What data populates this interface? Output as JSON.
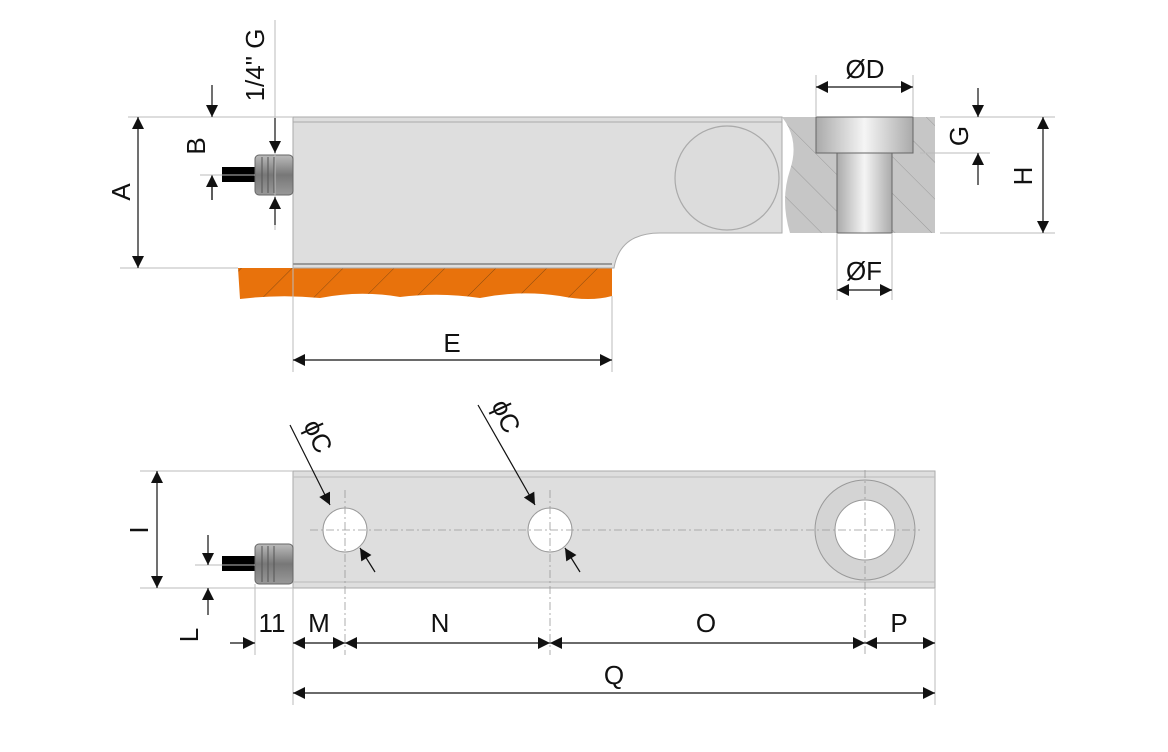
{
  "title": "Load cell dimension drawing",
  "colors": {
    "body": "#dedede",
    "section": "#c4c4c4",
    "base": "#e8720c",
    "line": "#111111"
  },
  "labels": {
    "A": "A",
    "B": "B",
    "thread": "1/4\" G",
    "D": "ØD",
    "G": "G",
    "H": "H",
    "F": "ØF",
    "E": "E",
    "C1": "ϕC",
    "C2": "ϕC",
    "I": "I",
    "L": "L",
    "cable": "11",
    "M": "M",
    "N": "N",
    "O": "O",
    "P": "P",
    "Q": "Q"
  }
}
